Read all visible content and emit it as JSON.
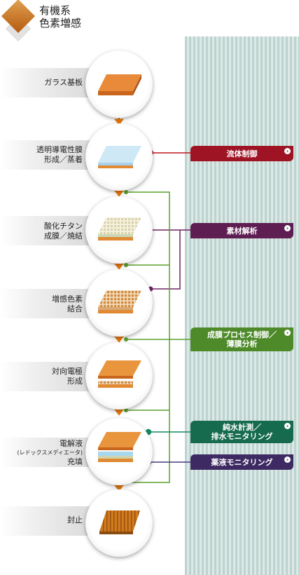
{
  "header": {
    "title_line1": "有機系",
    "title_line2": "色素増感"
  },
  "steps": [
    {
      "label": "ガラス基板"
    },
    {
      "label_line1": "透明導電性膜",
      "label_line2": "形成／蒸着"
    },
    {
      "label_line1": "酸化チタン",
      "label_line2": "成膜／焼結"
    },
    {
      "label_line1": "増感色素",
      "label_line2": "結合"
    },
    {
      "label_line1": "対向電極",
      "label_line2": "形成"
    },
    {
      "label_line1": "電解液",
      "label_line2": "(レドックスメディエータ)",
      "label_line3": "充填"
    },
    {
      "label": "封止"
    }
  ],
  "tags": [
    {
      "label_line1": "流体制御",
      "label_line2": "",
      "color": "#9e1424"
    },
    {
      "label_line1": "素材解析",
      "label_line2": "",
      "color": "#5f1e52"
    },
    {
      "label_line1": "成膜プロセス制御／",
      "label_line2": "薄膜分析",
      "color": "#4e8a2a"
    },
    {
      "label_line1": "純水計測／",
      "label_line2": "排水モニタリング",
      "color": "#166b4e"
    },
    {
      "label_line1": "薬液モニタリング",
      "label_line2": "",
      "color": "#3e2a62"
    }
  ],
  "colors": {
    "arrow": "#e87a10",
    "green": "#5aa02c",
    "red": "#c0161e",
    "purple": "#6e2260",
    "teal": "#168a66",
    "indigo": "#4a3a80"
  }
}
